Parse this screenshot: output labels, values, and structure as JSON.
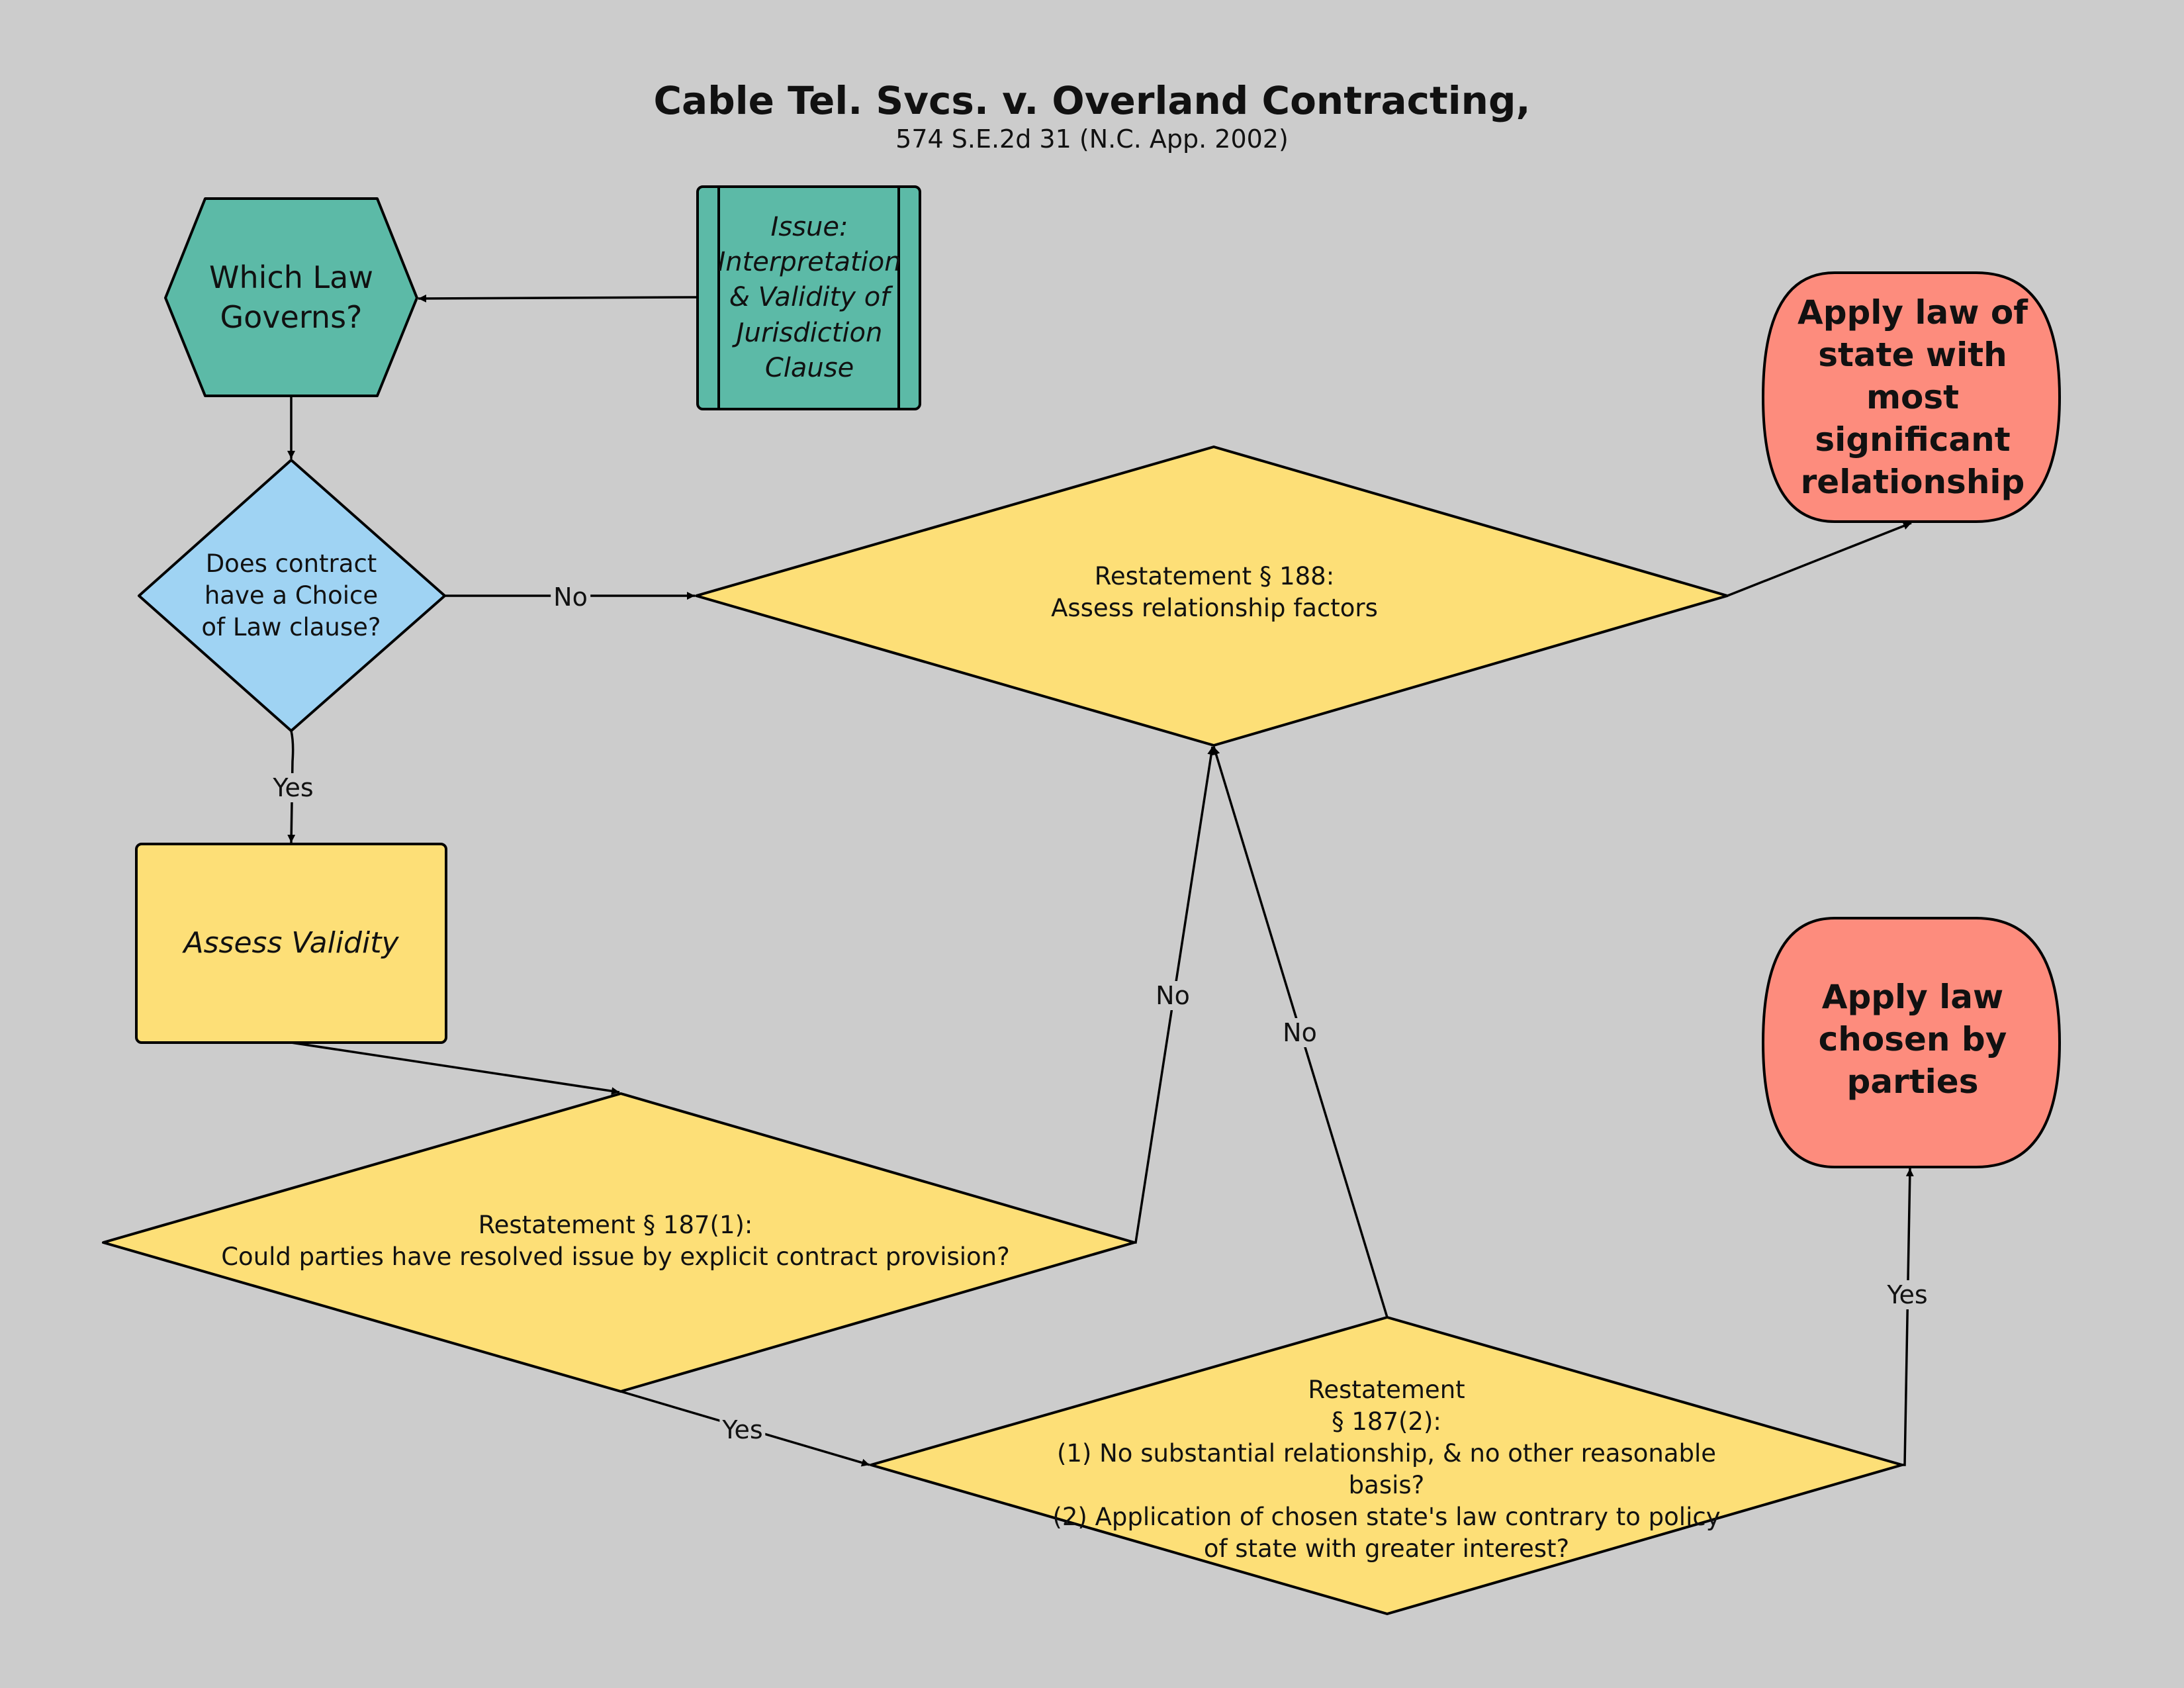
{
  "title": "Cable Tel. Svcs. v. Overland Contracting,",
  "subtitle": "574 S.E.2d 31 (N.C. App. 2002)",
  "colors": {
    "teal": "#5cbaa7",
    "blue": "#9fd3f3",
    "yellow": "#fddf77",
    "salmon": "#fd8c7d",
    "background": "#cccccc"
  },
  "nodes": {
    "which_law": "Which Law Governs?",
    "issue": "Issue: Interpretation & Validity of Jurisdiction Clause",
    "choice_of_law": "Does contract have a Choice of Law clause?",
    "assess_validity": "Assess Validity",
    "r188": "Restatement  § 188:\nAssess relationship factors",
    "r187_1": "Restatement  § 187(1):\nCould parties have resolved issue by explicit contract provision?",
    "r187_2": "Restatement\n§   187(2):\n(1) No substantial relationship, & no other reasonable basis?\n(2) Application of chosen state's law contrary to policy of state with greater interest?",
    "apply_most_significant": "Apply law of state with most significant relationship",
    "apply_chosen": "Apply law chosen by parties"
  },
  "edge_labels": {
    "no_choice": "No",
    "yes_choice": "Yes",
    "no_187_1": "No",
    "yes_187_1": "Yes",
    "no_187_2": "No",
    "yes_187_2": "Yes"
  }
}
